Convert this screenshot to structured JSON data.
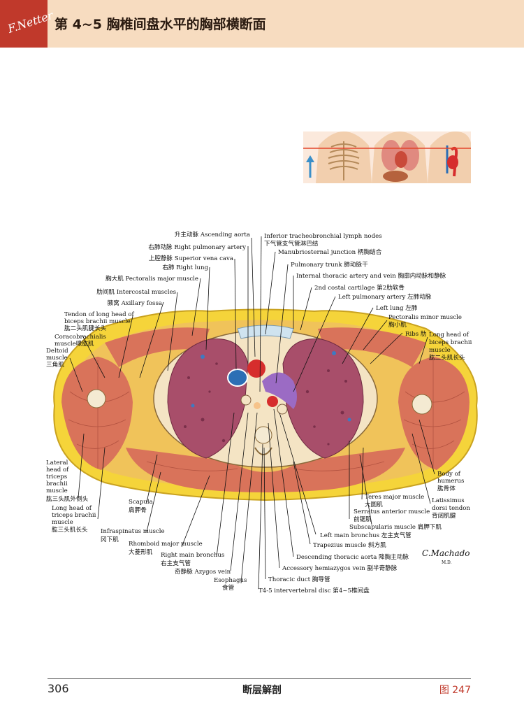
{
  "header": {
    "logo": "F.Netter",
    "title": "第 4~5 胸椎间盘水平的胸部横断面"
  },
  "labels": {
    "ascending_aorta": "升主动脉 Ascending aorta",
    "right_pulmonary_artery": "右肺动脉 Right pulmonary artery",
    "svc": "上腔静脉 Superior vena cava",
    "right_lung": "右肺 Right lung",
    "pectoralis_major": "胸大肌 Pectoralis major muscle",
    "intercostal": "肋间肌 Intercostal muscles",
    "axillary_fossa": "腋窝 Axillary fossa",
    "tendon_biceps": [
      "Tendon of long head of",
      "biceps brachii muscle",
      "肱二头肌腱长头"
    ],
    "coracobrachialis": [
      "Coracobrachialis",
      "muscle喙肱肌"
    ],
    "deltoid": [
      "Deltoid",
      "muscle",
      "三角肌"
    ],
    "lateral_head_triceps": [
      "Lateral",
      "head of",
      "triceps",
      "brachii",
      "muscle",
      "肱三头肌外侧头"
    ],
    "long_head_triceps": [
      "Long head of",
      "triceps brachii",
      "muscle",
      "肱三头肌长头"
    ],
    "scapula": [
      "Scapula",
      "肩胛骨"
    ],
    "infraspinatus": [
      "Infraspinatus muscle",
      "冈下肌"
    ],
    "rhomboid": [
      "Rhomboid major muscle",
      "大菱形肌"
    ],
    "right_main_bronchus": [
      "Right main bronchus",
      "右主支气管"
    ],
    "azygos": "奇静脉 Azygos vein",
    "esophagus": [
      "Esophagus",
      "食管"
    ],
    "lymph_nodes": [
      "Inferior tracheobronchial lymph nodes",
      "下气管支气管淋巴结"
    ],
    "manubriosternal": "Manubriosternal junction 柄胸结合",
    "pulmonary_trunk": "Pulmonary trunk 肺动脉干",
    "internal_thoracic": "Internal thoracic artery and vein 胸廓内动脉和静脉",
    "costal_cartilage": "2nd costal cartilage 第2肋软骨",
    "left_pulmonary_artery": "Left pulmonary artery 左肺动脉",
    "left_lung": "Left lung 左肺",
    "pectoralis_minor": [
      "Pectoralis minor muscle",
      "胸小肌"
    ],
    "ribs": "Ribs 肋",
    "long_head_biceps": [
      "Long head of",
      "biceps brachii",
      "muscle",
      "肱二头肌长头"
    ],
    "body_humerus": [
      "Body of",
      "humerus",
      "肱骨体"
    ],
    "teres_major": [
      "Teres major muscle",
      "大圆肌"
    ],
    "latissimus": [
      "Latissimus",
      "dorsi tendon",
      "背阔肌腱"
    ],
    "serratus": [
      "Serratus anterior muscle",
      "前锯肌"
    ],
    "subscapularis": "Subscapularis muscle 肩胛下肌",
    "left_main_bronchus": "Left main bronchus 左主支气管",
    "trapezius": "Trapezius muscle 斜方肌",
    "descending_aorta": "Descending thoracic aorta 降胸主动脉",
    "accessory_hemiazygos": "Accessory hemiazygos vein 副半奇静脉",
    "thoracic_duct": "Thoracic duct 胸导管",
    "t45_disc": "T4-5 intervertebral disc 第4~5椎间盘"
  },
  "signature": "C.Machado",
  "signature_suffix": "M.D.",
  "footer": {
    "page_number": "306",
    "section": "断层解剖",
    "figure": "图 247"
  },
  "colors": {
    "accent_red": "#c0392b",
    "header_bg": "#f7dcc0",
    "fat": "#f5d43a",
    "muscle": "#d9735a",
    "lung": "#a84e6a",
    "artery": "#d62d2d",
    "vein": "#2c6fb5"
  }
}
